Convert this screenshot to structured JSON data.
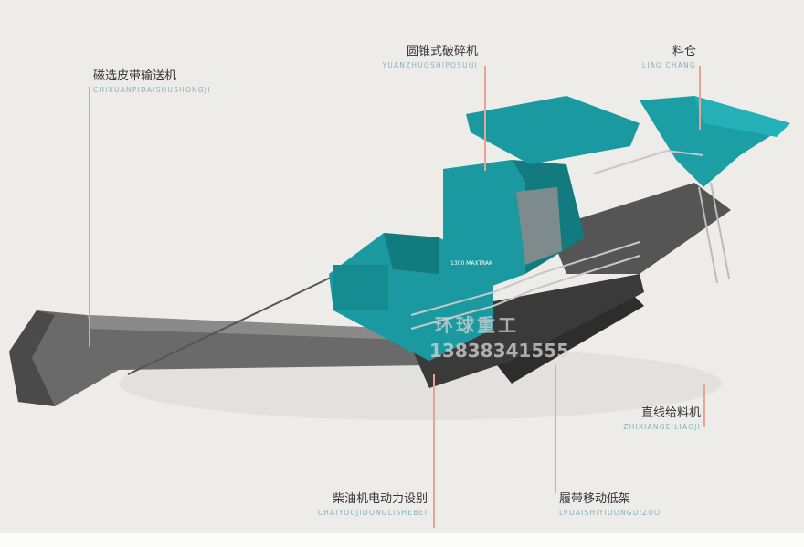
{
  "labels": [
    {
      "id": "magnetic-belt-conveyor",
      "zh": "磁选皮带输送机",
      "en": "CHIXUANPIDAISHUSHONGJI"
    },
    {
      "id": "cone-crusher",
      "zh": "圆锥式破碎机",
      "en": "YUANZHUOSHIPOSUIJI"
    },
    {
      "id": "hopper",
      "zh": "料仓",
      "en": "LIAO CHANG"
    },
    {
      "id": "linear-feeder",
      "zh": "直线给料机",
      "en": "ZHIXIANGEILIAOJI"
    },
    {
      "id": "diesel-power-unit",
      "zh": "柴油机电动力设别",
      "en": "CHAIYOUJIDONGLISHEBEI"
    },
    {
      "id": "crawler-chassis",
      "zh": "履带移动低架",
      "en": "LVDAISHIYIDONGDIZUO"
    }
  ],
  "watermark": {
    "name": "环球重工",
    "phone": "13838341555"
  },
  "machine_badge": "1300 MAXTRAK",
  "colors": {
    "teal": "#1a9aa0",
    "leader": "#e6a496",
    "belt": "#5a5a5a"
  }
}
